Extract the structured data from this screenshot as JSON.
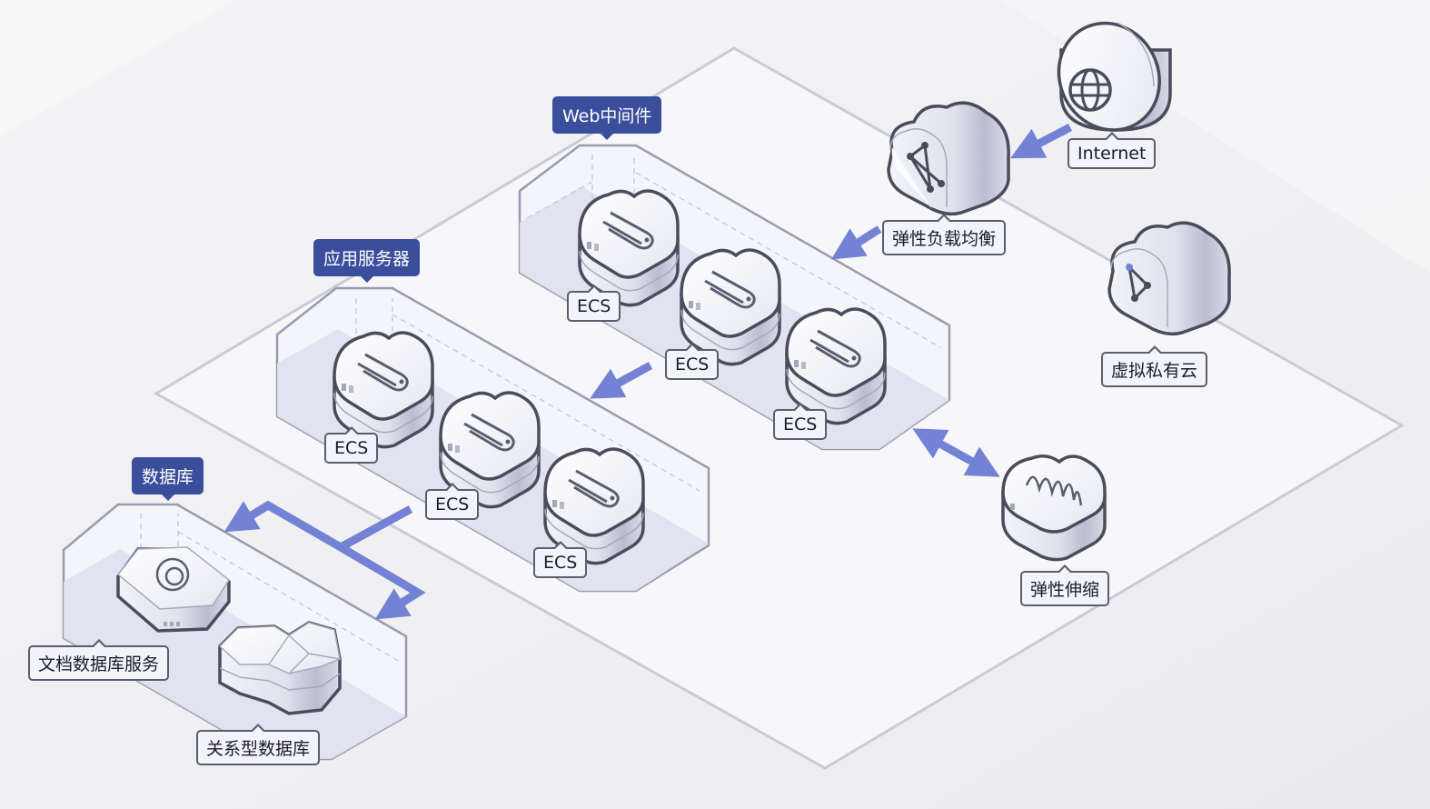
{
  "diagram": {
    "groups": {
      "web": {
        "title": "Web中间件"
      },
      "app": {
        "title": "应用服务器"
      },
      "db": {
        "title": "数据库"
      }
    },
    "nodes": {
      "internet": {
        "label": "Internet",
        "icon": "globe-icon"
      },
      "slb": {
        "label": "弹性负载均衡",
        "icon": "load-balancer-icon"
      },
      "vpc": {
        "label": "虚拟私有云",
        "icon": "vpc-icon"
      },
      "as": {
        "label": "弹性伸缩",
        "icon": "auto-scaling-icon"
      },
      "web_ecs": [
        {
          "label": "ECS"
        },
        {
          "label": "ECS"
        },
        {
          "label": "ECS"
        }
      ],
      "app_ecs": [
        {
          "label": "ECS"
        },
        {
          "label": "ECS"
        },
        {
          "label": "ECS"
        }
      ],
      "docdb": {
        "label": "文档数据库服务",
        "icon": "spiral-icon"
      },
      "rds": {
        "label": "关系型数据库",
        "icon": "hex-cluster-icon"
      }
    },
    "edges": [
      {
        "from": "Internet",
        "to": "弹性负载均衡"
      },
      {
        "from": "弹性负载均衡",
        "to": "Web中间件"
      },
      {
        "from": "Web中间件",
        "to": "应用服务器"
      },
      {
        "from": "应用服务器",
        "to": "文档数据库服务"
      },
      {
        "from": "应用服务器",
        "to": "关系型数据库"
      },
      {
        "from": "弹性伸缩",
        "to": "Web中间件",
        "bidirectional": true
      }
    ],
    "colors": {
      "tag_bg": "#3a4e9c",
      "arrow": "#7482d6",
      "platform_edge": "#c9cbdb",
      "group_edge": "#9a9cae",
      "device_outline": "#4a4c5c"
    }
  }
}
